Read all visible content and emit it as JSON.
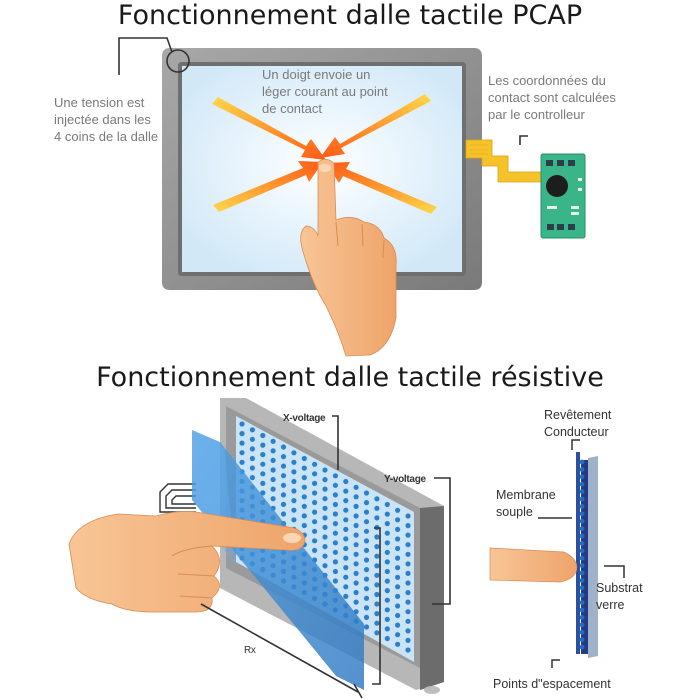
{
  "pcap": {
    "title": "Fonctionnement dalle tactile PCAP",
    "label_left": "Une tension est\ninjectée dans les\n4 coins de la dalle",
    "label_center": "Un doigt envoie un\nléger courant au point\nde contact",
    "label_right": "Les coordonnées du\ncontact sont calculées\n par le controlleur"
  },
  "resistive": {
    "title": "Fonctionnement dalle tactile résistive",
    "x_voltage": "X-voltage",
    "y_voltage": "Y-voltage",
    "rx": "Rx",
    "label_coating": "Revêtement\nConducteur",
    "label_membrane": "Membrane\nsouple",
    "label_substrate": "Substrat\nverre",
    "label_spacers": "Points d\"espacement"
  },
  "colors": {
    "frame": "#8e8e8e",
    "screen_glow": "#dceefa",
    "arrow_orange": "#ff7a1f",
    "arrow_yellow": "#ffc21a",
    "ribbon": "#f5c22a",
    "pcb": "#3ab58a",
    "skin": "#f6b880",
    "panel_blue": "#3d8fd6",
    "dot_blue": "#1f6fbf"
  }
}
